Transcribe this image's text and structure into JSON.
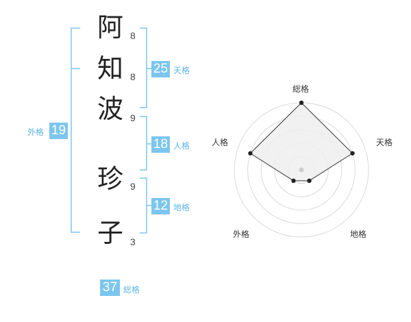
{
  "name": {
    "characters": [
      {
        "char": "阿",
        "strokes": "8"
      },
      {
        "char": "知",
        "strokes": "8"
      },
      {
        "char": "波",
        "strokes": "9"
      },
      {
        "char": "珍",
        "strokes": "9"
      },
      {
        "char": "子",
        "strokes": "3"
      }
    ]
  },
  "fortune": {
    "tenkaku": {
      "value": "25",
      "label": "天格"
    },
    "jinkaku": {
      "value": "18",
      "label": "人格"
    },
    "chikaku": {
      "value": "12",
      "label": "地格"
    },
    "gaikaku": {
      "value": "19",
      "label": "外格"
    },
    "soukaku": {
      "value": "37",
      "label": "総格"
    }
  },
  "radar": {
    "axes": [
      "総格",
      "天格",
      "地格",
      "外格",
      "人格"
    ],
    "levels": 5,
    "values": [
      5,
      4,
      1,
      1,
      4
    ],
    "colors": {
      "fill": "#efefef",
      "stroke": "#333333",
      "grid": "#d9d9d9",
      "point": "#222222",
      "center": "#cccccc"
    }
  },
  "colors": {
    "accent": "#7cc6ee",
    "bracket": "#7cc6ee",
    "label": "#5fb6e6"
  }
}
